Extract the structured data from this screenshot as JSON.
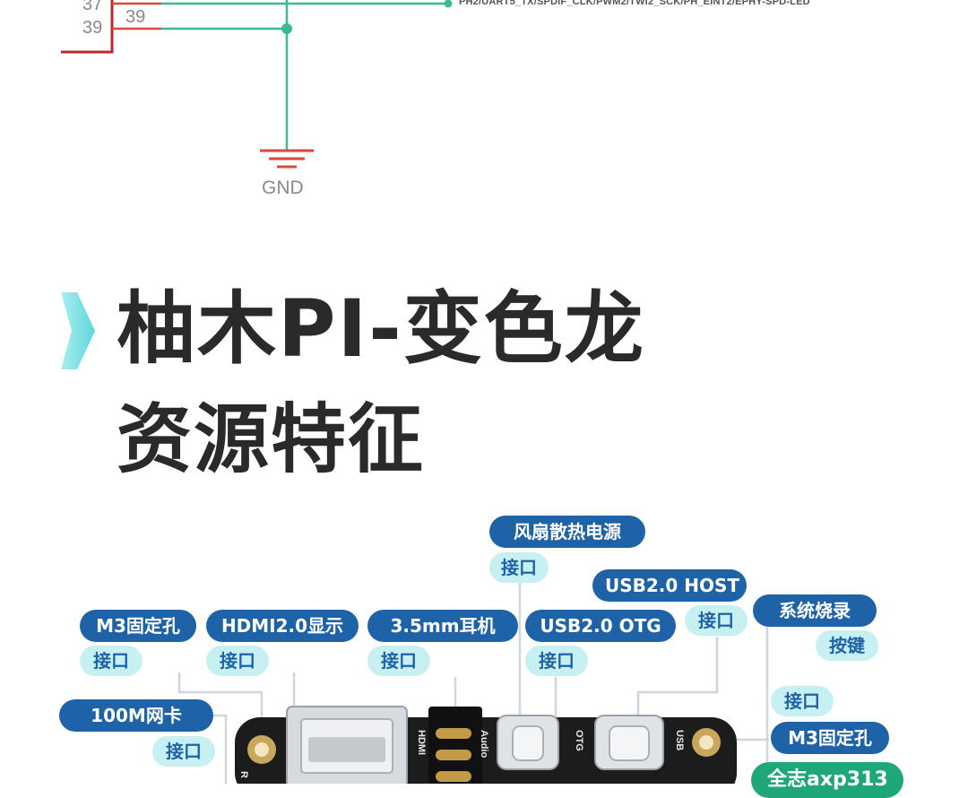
{
  "schematic": {
    "pins": [
      {
        "number": "37"
      },
      {
        "number": "39"
      }
    ],
    "pin_inside_label": "39",
    "net_label": "PH2/UART5_TX/SPDIF_CLK/PWM2/TWI2_SCK/PH_EINT2/EPHY-SPD-LED",
    "ground_label": "GND",
    "colors": {
      "header": "#c0282e",
      "wire": "#3dba93",
      "ground": "#d94a3c"
    }
  },
  "title": {
    "line1": "柚木PI-变色龙",
    "line2": "资源特征",
    "accent_color": "#7ee3e6"
  },
  "board": {
    "fan": {
      "label": "风扇散热电源",
      "sub": "接口"
    },
    "usb_host": {
      "label": "USB2.0 HOST",
      "sub": "接口"
    },
    "burn_key": {
      "label": "系统烧录",
      "sub": "按键"
    },
    "m3_left": {
      "label": "M3固定孔",
      "sub": "接口"
    },
    "hdmi": {
      "label": "HDMI2.0显示",
      "sub": "接口"
    },
    "audio": {
      "label": "3.5mm耳机",
      "sub": "接口"
    },
    "usb_otg": {
      "label": "USB2.0 OTG",
      "sub": "接口"
    },
    "ethernet": {
      "label": "100M网卡",
      "sub": "接口"
    },
    "m3_right": {
      "label": "M3固定孔",
      "sub": "接口"
    },
    "pmic": {
      "label": "全志axp313"
    },
    "silkscreen": {
      "hdmi": "HDMI",
      "audio": "Audio",
      "otg": "OTG",
      "usb": "USB",
      "r": "R"
    },
    "colors": {
      "pill": "#1e63a8",
      "sub_bg": "#c7f0f2",
      "pmic": "#1fa77a",
      "pcb": "#1c1c1c"
    }
  }
}
